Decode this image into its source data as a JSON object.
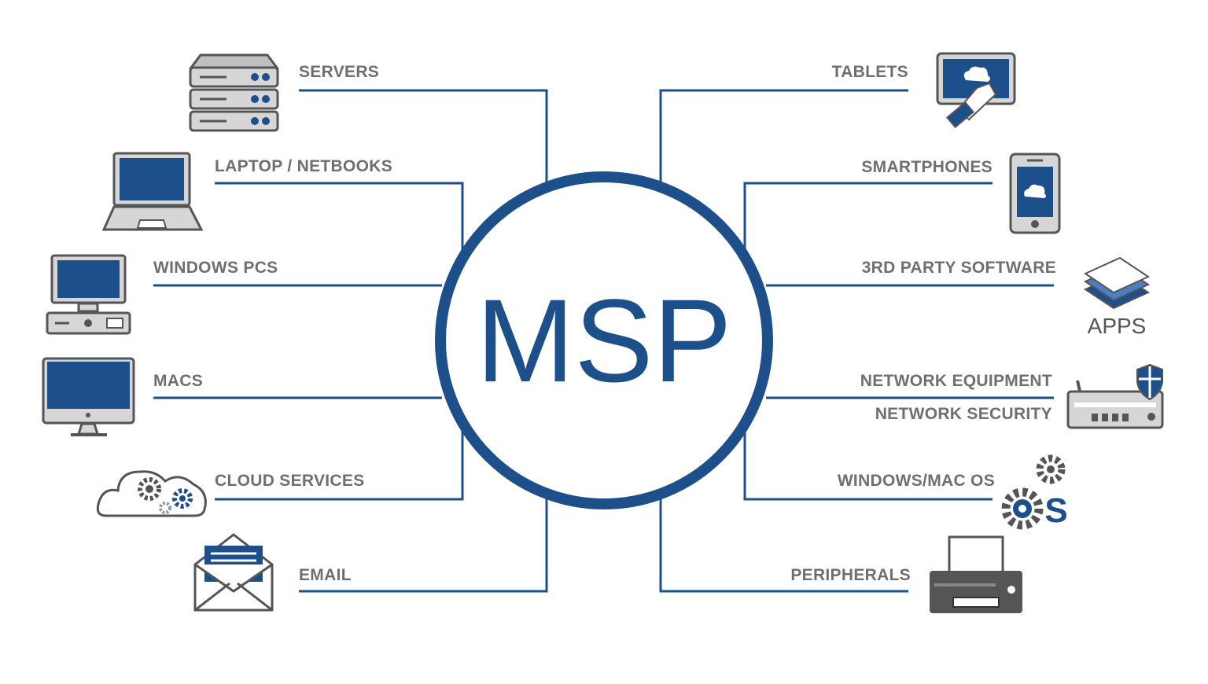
{
  "center": {
    "title": "MSP"
  },
  "colors": {
    "primary": "#1d4f8a",
    "label": "#6f6f6f",
    "icon_outline": "#555555",
    "icon_fill": "#d6d6d6"
  },
  "left_items": [
    {
      "label": "SERVERS",
      "icon": "server-rack-icon"
    },
    {
      "label": "LAPTOP / NETBOOKS",
      "icon": "laptop-icon"
    },
    {
      "label": "WINDOWS PCS",
      "icon": "desktop-pc-icon"
    },
    {
      "label": "MACS",
      "icon": "imac-icon"
    },
    {
      "label": "CLOUD SERVICES",
      "icon": "cloud-gears-icon"
    },
    {
      "label": "EMAIL",
      "icon": "envelope-icon"
    }
  ],
  "right_items": [
    {
      "label": "TABLETS",
      "icon": "tablet-touch-icon"
    },
    {
      "label": "SMARTPHONES",
      "icon": "smartphone-icon"
    },
    {
      "label": "3RD PARTY SOFTWARE",
      "icon": "apps-stack-icon",
      "icon_caption": "APPS"
    },
    {
      "label": "NETWORK EQUIPMENT",
      "sublabel": "NETWORK SECURITY",
      "icon": "router-shield-icon"
    },
    {
      "label": "WINDOWS/MAC OS",
      "icon": "os-gears-icon"
    },
    {
      "label": "PERIPHERALS",
      "icon": "printer-icon"
    }
  ]
}
